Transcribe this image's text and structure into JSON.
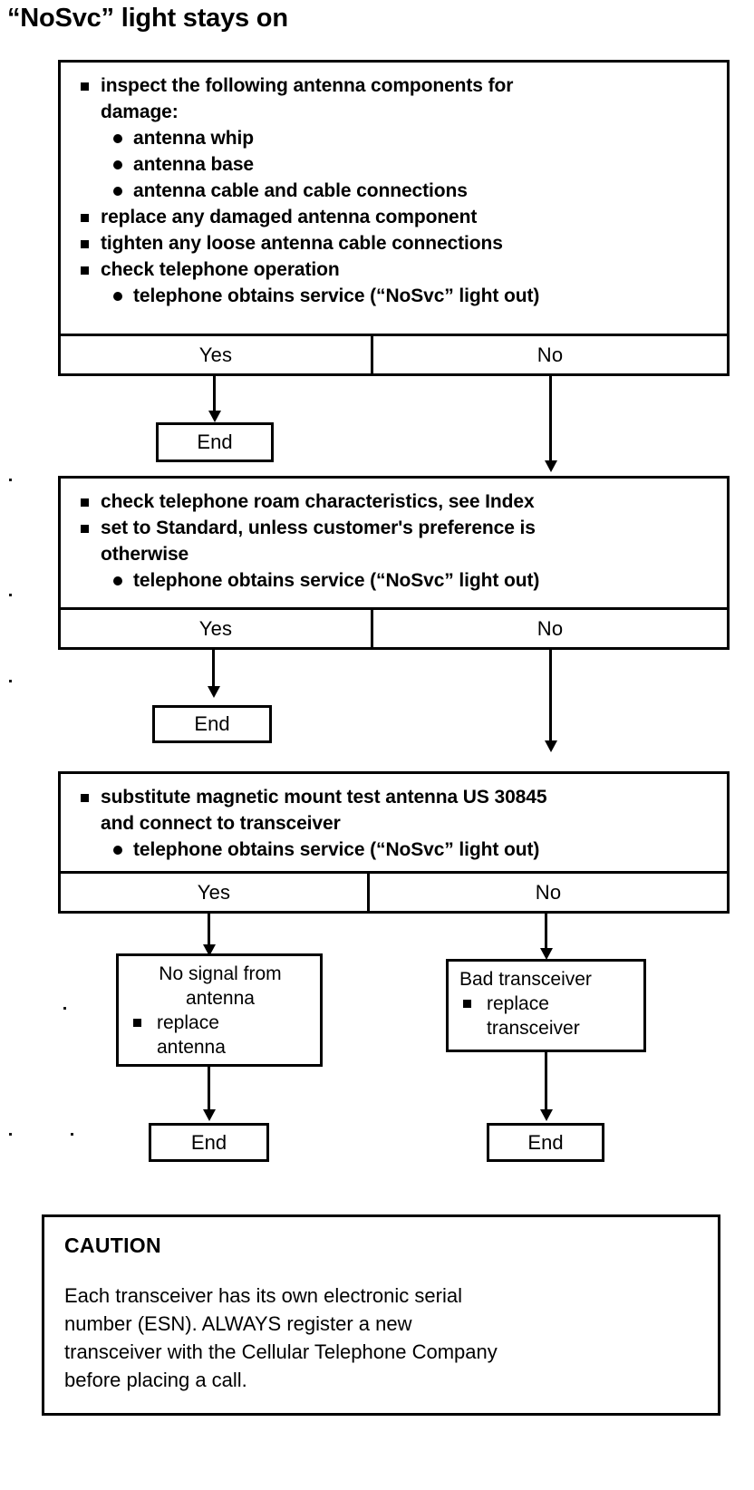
{
  "title": "“NoSvc” light stays on",
  "blocks": [
    {
      "id": "block-1",
      "items": [
        {
          "level": 1,
          "marker": "square-bullet",
          "text": "inspect the following antenna components for"
        },
        {
          "level": 1,
          "marker": "none",
          "text": "damage:",
          "continuation": true
        },
        {
          "level": 2,
          "marker": "round-bullet",
          "text": "antenna whip"
        },
        {
          "level": 2,
          "marker": "round-bullet",
          "text": "antenna base"
        },
        {
          "level": 2,
          "marker": "round-bullet",
          "text": "antenna cable and cable connections"
        },
        {
          "level": 1,
          "marker": "square-bullet",
          "text": "replace any damaged antenna component"
        },
        {
          "level": 1,
          "marker": "square-bullet",
          "text": "tighten any loose antenna cable connections"
        },
        {
          "level": 1,
          "marker": "square-bullet",
          "text": "check telephone operation"
        },
        {
          "level": 2,
          "marker": "round-bullet",
          "text": "telephone obtains service (“NoSvc” light out)"
        }
      ],
      "yes_label": "Yes",
      "no_label": "No"
    },
    {
      "id": "block-2",
      "items": [
        {
          "level": 1,
          "marker": "square-bullet",
          "text": "check telephone roam characteristics, see Index"
        },
        {
          "level": 1,
          "marker": "square-bullet",
          "text": "set to Standard, unless customer's preference is"
        },
        {
          "level": 1,
          "marker": "none",
          "text": "otherwise",
          "continuation": true
        },
        {
          "level": 2,
          "marker": "round-bullet",
          "text": "telephone obtains service (“NoSvc” light out)"
        }
      ],
      "yes_label": "Yes",
      "no_label": "No"
    },
    {
      "id": "block-3",
      "items": [
        {
          "level": 1,
          "marker": "square-bullet",
          "text": "substitute magnetic mount test antenna US 30845"
        },
        {
          "level": 1,
          "marker": "none",
          "text": "and connect to transceiver",
          "continuation": true
        },
        {
          "level": 2,
          "marker": "round-bullet",
          "text": "telephone obtains service (“NoSvc” light out)"
        }
      ],
      "yes_label": "Yes",
      "no_label": "No"
    }
  ],
  "terminals": {
    "end_1": "End",
    "end_2": "End",
    "end_3": "End",
    "end_4": "End"
  },
  "results": {
    "left": {
      "heading_line_1": "No signal from",
      "heading_line_2": "antenna",
      "item_text": "replace",
      "item_cont": "antenna",
      "marker": "square-bullet"
    },
    "right": {
      "heading_line_1": "Bad transceiver",
      "item_text": "replace",
      "item_cont": "transceiver",
      "marker": "square-bullet"
    }
  },
  "caution": {
    "heading": "CAUTION",
    "body_lines": [
      "Each transceiver has its own electronic serial",
      "number (ESN). ALWAYS register a new",
      "transceiver with the Cellular Telephone Company",
      "before placing a call."
    ],
    "body": "Each transceiver has its own electronic serial number (ESN). ALWAYS register a new transceiver with the Cellular Telephone Company before placing a call."
  },
  "colors": {
    "ink": "#000000",
    "paper": "#ffffff"
  }
}
